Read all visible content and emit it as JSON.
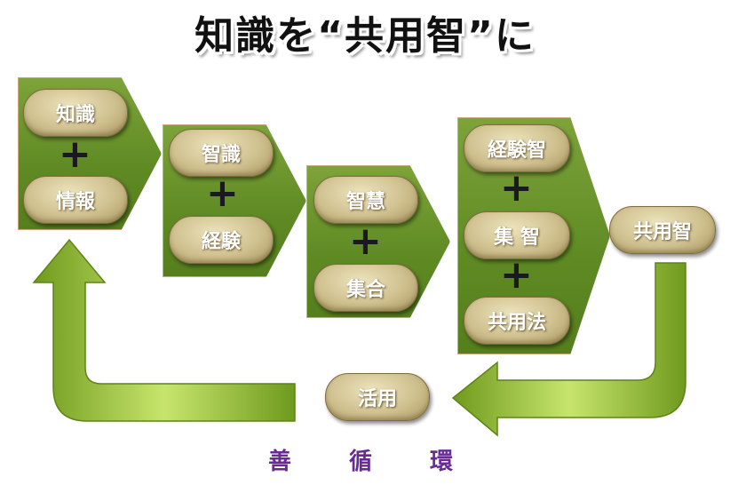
{
  "title": "知識を“共用智”に",
  "stages": [
    {
      "items": [
        "知識",
        "情報"
      ],
      "joiner": "+"
    },
    {
      "items": [
        "智識",
        "経験"
      ],
      "joiner": "+"
    },
    {
      "items": [
        "智慧",
        "集合"
      ],
      "joiner": "+"
    },
    {
      "items": [
        "経験智",
        "集 智",
        "共用法"
      ],
      "joiner": "+"
    }
  ],
  "result": "共用智",
  "apply": "活用",
  "cycle_caption": "善 循 環",
  "colors": {
    "stage_green": "#5f8a23",
    "pill_tan": "#cfc08f",
    "arrow_green": "#9ccc3c",
    "caption_purple": "#6a2a96"
  }
}
